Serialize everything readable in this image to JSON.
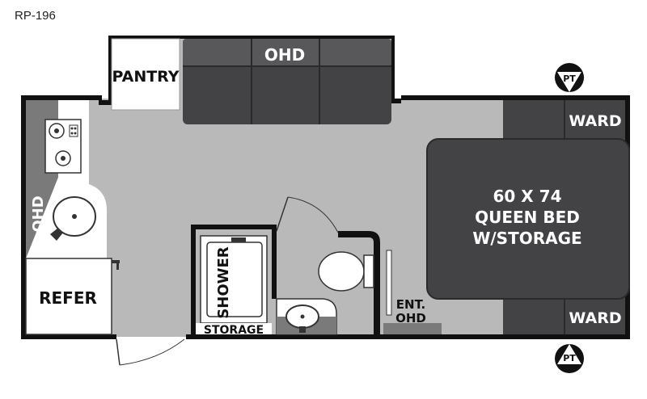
{
  "model": "RP-196",
  "labels": {
    "pantry": "PANTRY",
    "ohd_top": "OHD",
    "ohd_left": "OHD",
    "ward_top": "WARD",
    "ward_bottom": "WARD",
    "bed_line1": "60 X 74",
    "bed_line2": "QUEEN BED",
    "bed_line3": "W/STORAGE",
    "refer": "REFER",
    "shower": "SHOWER",
    "storage": "STORAGE",
    "ent_line1": "ENT.",
    "ent_line2": "OHD",
    "pt_top": "PT",
    "pt_bottom": "PT"
  },
  "icons": [
    "stove-icon",
    "sink-icon",
    "toilet-icon",
    "bathroom-sink-icon",
    "faucet-icon"
  ],
  "colors": {
    "floor": "#b9b9b9",
    "dark": "#434345",
    "wall": "#111111",
    "counter": "#7a7a7a"
  }
}
